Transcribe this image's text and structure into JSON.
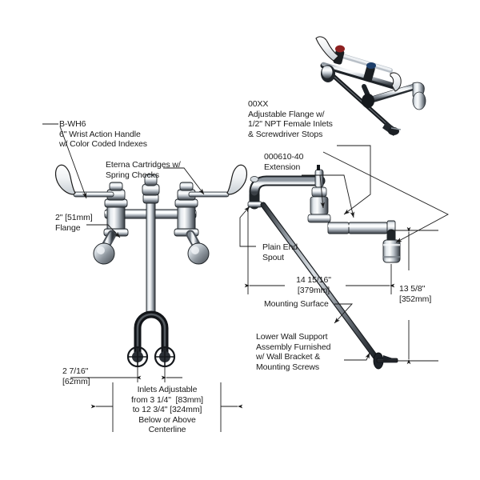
{
  "document": {
    "type": "technical-specification-drawing",
    "subject": "Wall mounted service sink faucet with wrist action handles, extension and wall support"
  },
  "annotations": {
    "handle": {
      "name": "B-WH6",
      "lines": [
        "B-WH6",
        "6\" Wrist Action Handle",
        "w/ Color Coded Indexes"
      ]
    },
    "cartridges": {
      "lines": [
        "Eterna Cartridges w/",
        "Spring Checks"
      ]
    },
    "flange": {
      "lines": [
        "2\" [51mm]",
        "Flange"
      ]
    },
    "adjustable_flange": {
      "lines": [
        "00XX",
        "Adjustable Flange w/",
        "1/2\" NPT Female Inlets",
        "& Screwdriver Stops"
      ]
    },
    "extension": {
      "lines": [
        "000610-40",
        "Extension"
      ]
    },
    "spout": {
      "lines": [
        "Plain End",
        "Spout"
      ]
    },
    "mounting_surface": {
      "lines": [
        "Mounting Surface"
      ]
    },
    "lower_wall_support": {
      "lines": [
        "Lower Wall Support",
        "Assembly Furnished",
        "w/ Wall Bracket &",
        "Mounting Screws"
      ]
    }
  },
  "dimensions": {
    "reach": {
      "lines": [
        "14 15/16\"",
        "[379mm]"
      ],
      "inches": "14 15/16\"",
      "metric": "[379mm]"
    },
    "height": {
      "lines": [
        "13 5/8\"",
        "[352mm]"
      ],
      "inches": "13 5/8\"",
      "metric": "[352mm]"
    },
    "inlet_spacing": {
      "lines": [
        "2 7/16\"",
        "[62mm]"
      ],
      "inches": "2 7/16\"",
      "metric": "[62mm]"
    },
    "inlets_adjustable": {
      "lines": [
        "Inlets Adjustable",
        "from 3 1/4\"  [83mm]",
        "to 12 3/4\" [324mm]",
        "Below or Above",
        "Centerline"
      ]
    }
  },
  "colors": {
    "line": "#1a1a1a",
    "text": "#1a1a1a",
    "metal_light": "#f2f4f6",
    "metal_mid": "#b9c0c8",
    "metal_dark": "#6d747c",
    "metal_shadow": "#2f3439",
    "background": "#ffffff"
  }
}
